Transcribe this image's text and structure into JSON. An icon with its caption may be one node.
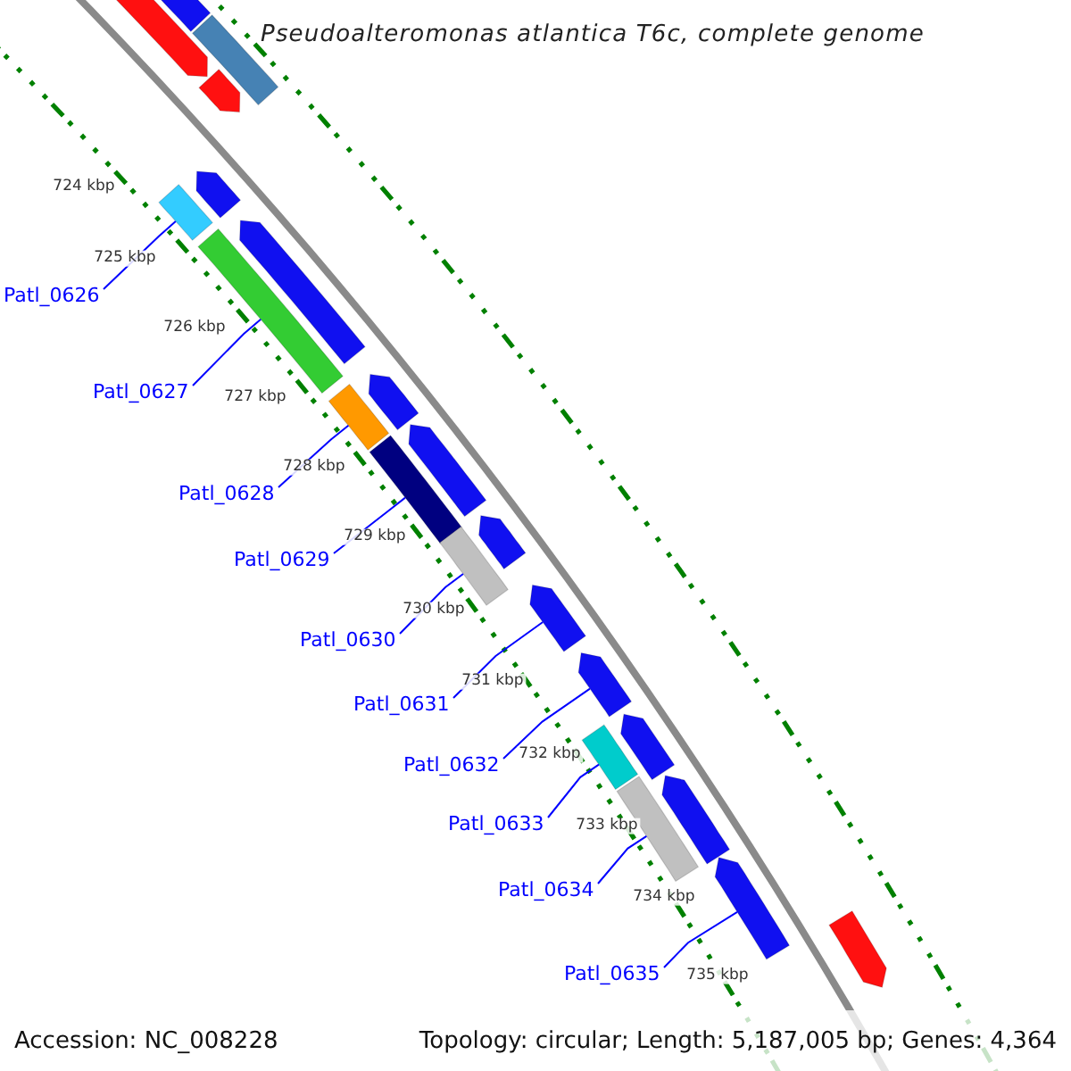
{
  "diagram": {
    "title": "Pseudoalteromonas atlantica T6c, complete genome",
    "nodes": [
      {
        "text": [
          "Patl_0626"
        ]
      },
      {
        "text": [
          "Patl_0627"
        ]
      },
      {
        "text": [
          "Patl_0628"
        ]
      },
      {
        "text": [
          "Patl_0629"
        ]
      },
      {
        "text": [
          "Patl_0630"
        ]
      },
      {
        "text": [
          "Patl_0631"
        ]
      },
      {
        "text": [
          "Patl_0632"
        ]
      },
      {
        "text": [
          "Patl_0633"
        ]
      },
      {
        "text": [
          "Patl_0634"
        ]
      },
      {
        "text": [
          "Patl_0635"
        ]
      },
      {
        "text": [],
        "shape": "arrow"
      },
      {
        "text": [],
        "shape": "arrow"
      },
      {
        "text": [],
        "shape": "bar"
      },
      {
        "text": [],
        "shape": "bar"
      },
      {
        "text": [],
        "shape": "arrow"
      },
      {
        "text": [],
        "shape": "bar"
      },
      {
        "text": [],
        "shape": "arrow"
      },
      {
        "text": [],
        "shape": "bar"
      },
      {
        "text": [],
        "shape": "arrow"
      },
      {
        "text": [],
        "shape": "bar"
      },
      {
        "text": [],
        "shape": "arrow"
      },
      {
        "text": [],
        "shape": "bar"
      },
      {
        "text": [],
        "shape": "arrow"
      },
      {
        "text": [],
        "shape": "bar"
      },
      {
        "text": [],
        "shape": "arrow"
      },
      {
        "text": [],
        "shape": "arrow"
      },
      {
        "text": [],
        "shape": "arrow"
      },
      {
        "text": [],
        "shape": "bar"
      },
      {
        "text": [],
        "shape": "arrow"
      },
      {
        "text": [],
        "shape": "bar"
      },
      {
        "text": [],
        "shape": "arrow"
      },
      {
        "text": [],
        "shape": "arrow"
      }
    ],
    "edges": [
      {
        "from": 0,
        "to": 15,
        "arrow": "none"
      },
      {
        "from": 1,
        "to": 17,
        "arrow": "none"
      },
      {
        "from": 2,
        "to": 19,
        "arrow": "none"
      },
      {
        "from": 3,
        "to": 21,
        "arrow": "none"
      },
      {
        "from": 4,
        "to": 23,
        "arrow": "none"
      },
      {
        "from": 5,
        "to": 24,
        "arrow": "none"
      },
      {
        "from": 6,
        "to": 25,
        "arrow": "none"
      },
      {
        "from": 7,
        "to": 27,
        "arrow": "none"
      },
      {
        "from": 8,
        "to": 29,
        "arrow": "none"
      },
      {
        "from": 9,
        "to": 30,
        "arrow": "none"
      }
    ],
    "labels": [
      "724 kbp",
      "725 kbp",
      "726 kbp",
      "727 kbp",
      "728 kbp",
      "729 kbp",
      "730 kbp",
      "731 kbp",
      "732 kbp",
      "733 kbp",
      "734 kbp",
      "735 kbp",
      "Accession: NC_008228",
      "Topology: circular; Length: 5,187,005 bp; Genes: 4,364"
    ]
  }
}
